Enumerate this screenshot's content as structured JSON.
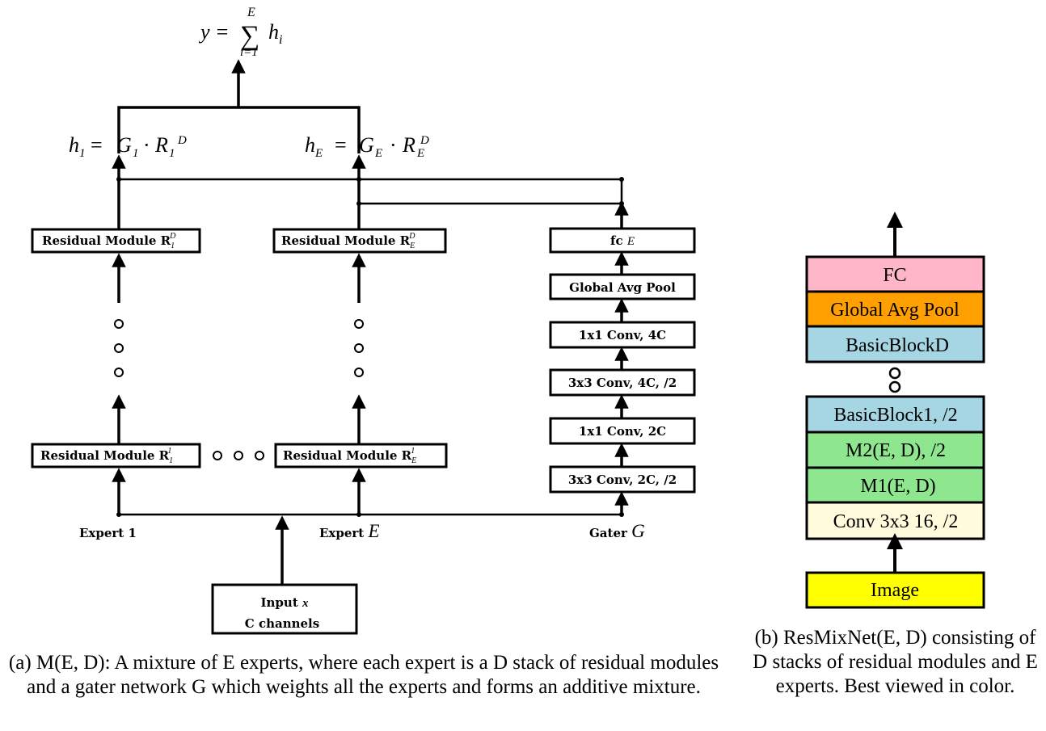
{
  "panel_a": {
    "output_formula": "y = Σ h_i",
    "output_lhs": "y =",
    "sum_symbol": "∑",
    "sum_upper": "E",
    "sum_lower": "i=1",
    "sum_term": "h",
    "sum_term_sub": "i",
    "h1_label": "h1 = G1 · R1D",
    "hE_label": "hE = GE · RED",
    "expert1": {
      "top_module": "Residual Module R",
      "top_sub": "1",
      "top_sup": "D",
      "bottom_module": "Residual Module R",
      "bottom_sub": "1",
      "bottom_sup": "1",
      "label": "Expert 1"
    },
    "expertE": {
      "top_module": "Residual Module R",
      "top_sub": "E",
      "top_sup": "D",
      "bottom_module": "Residual Module R",
      "bottom_sub": "E",
      "bottom_sup": "1",
      "label": "Expert",
      "label_var": "E"
    },
    "gater": {
      "label": "Gater",
      "label_var": "G",
      "layers": [
        "3x3 Conv, 2C, /2",
        "1x1 Conv, 2C",
        "3x3 Conv, 4C, /2",
        "1x1 Conv, 4C",
        "Global Avg Pool",
        "fc"
      ],
      "fc_var": "E"
    },
    "input": {
      "line1": "Input",
      "line1_var": "x",
      "line2": "C channels"
    },
    "caption": "(a) M(E, D): A mixture of E experts, where each expert is a D stack of residual modules and a gater network G which weights all the experts and forms an additive mixture."
  },
  "panel_b": {
    "layers": [
      {
        "label": "FC",
        "color": "#ffb6c8"
      },
      {
        "label": "Global Avg Pool",
        "color": "#ff9f00"
      },
      {
        "label": "BasicBlockD",
        "color": "#a6d6e3"
      },
      {
        "label": "BasicBlock1, /2",
        "color": "#a6d6e3"
      },
      {
        "label": "M2(E, D), /2",
        "color": "#8ee68e"
      },
      {
        "label": "M1(E, D)",
        "color": "#8ee68e"
      },
      {
        "label": "Conv 3x3 16, /2",
        "color": "#fffbdc"
      }
    ],
    "input_box": {
      "label": "Image",
      "color": "#ffff00"
    },
    "caption": "(b) ResMixNet(E, D) consisting of D stacks of residual modules and E experts. Best viewed in color."
  }
}
